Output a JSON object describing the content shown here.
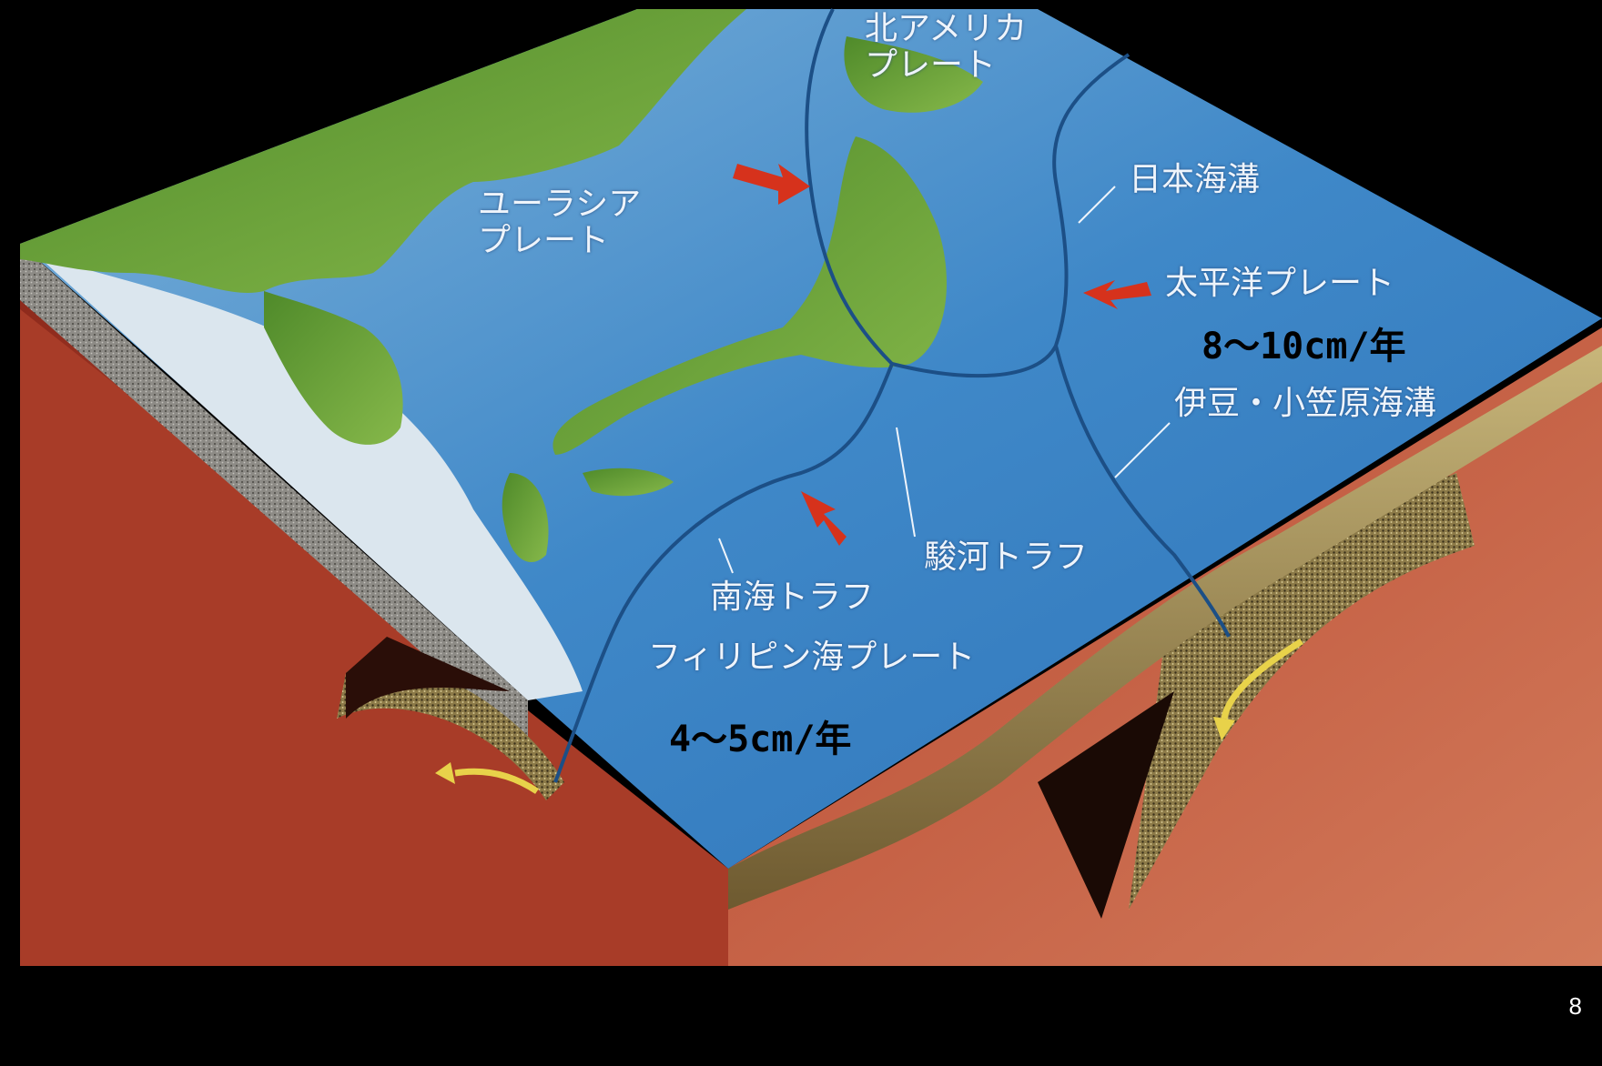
{
  "labels": {
    "north_america_plate": "北アメリカ\nプレート",
    "eurasia_plate": "ユーラシア\nプレート",
    "japan_trench": "日本海溝",
    "pacific_plate": "太平洋プレート",
    "izu_ogasawara_trench": "伊豆・小笠原海溝",
    "suruga_trough": "駿河トラフ",
    "nankai_trough": "南海トラフ",
    "philippine_sea_plate": "フィリピン海プレート"
  },
  "rates": {
    "pacific_rate": "8～10cm/年",
    "philippine_rate": "4～5cm/年"
  },
  "page_number": "8",
  "colors": {
    "background": "#000000",
    "ocean": "#3d86c6",
    "land": "#6aa23a",
    "mantle": "#b6432c",
    "crust": "#a08a52",
    "arrow_red": "#d6321c",
    "arrow_yellow": "#e8d24a"
  }
}
